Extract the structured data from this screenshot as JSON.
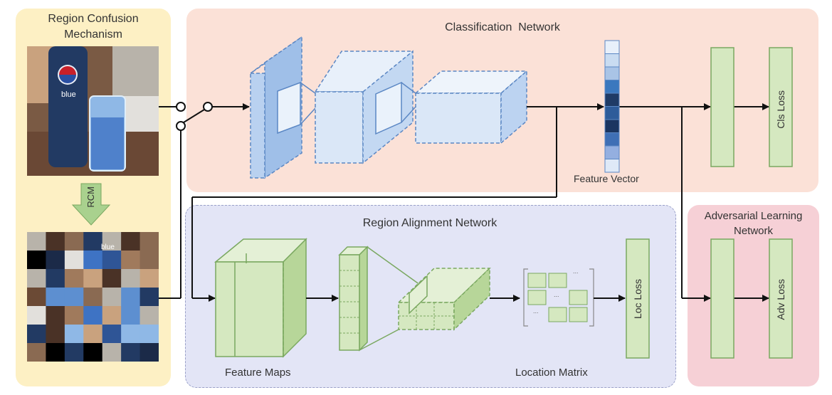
{
  "rcm": {
    "title_line1": "Region Confusion",
    "title_line2": "Mechanism",
    "arrow_label": "RCM",
    "photo_label": "blue",
    "shuffled_label": "blue"
  },
  "classification": {
    "title": "Classification  Network",
    "feature_vector_label": "Feature Vector",
    "cls_loss": "Cls Loss"
  },
  "alignment": {
    "title": "Region Alignment Network",
    "feature_maps_label": "Feature Maps",
    "location_matrix_label": "Location Matrix",
    "loc_loss": "Loc Loss",
    "matrix_dots": "..."
  },
  "adversarial": {
    "title_line1": "Adversarial Learning",
    "title_line2": "Network",
    "adv_loss": "Adv Loss"
  },
  "colors": {
    "rcm_panel": "#fdf0c4",
    "cls_panel": "#fbe1d7",
    "align_panel": "#e3e5f6",
    "adv_panel": "#f6d0d6",
    "green": "#d5e8c0",
    "blue_block": "#cfe0f5"
  },
  "feature_vector_cells": [
    "#e8f0fa",
    "#c9dcf1",
    "#a9c4e6",
    "#3b78be",
    "#1f3b66",
    "#2e5c9a",
    "#1b3561",
    "#3f6fb5",
    "#94afe0",
    "#dfe9f7"
  ]
}
